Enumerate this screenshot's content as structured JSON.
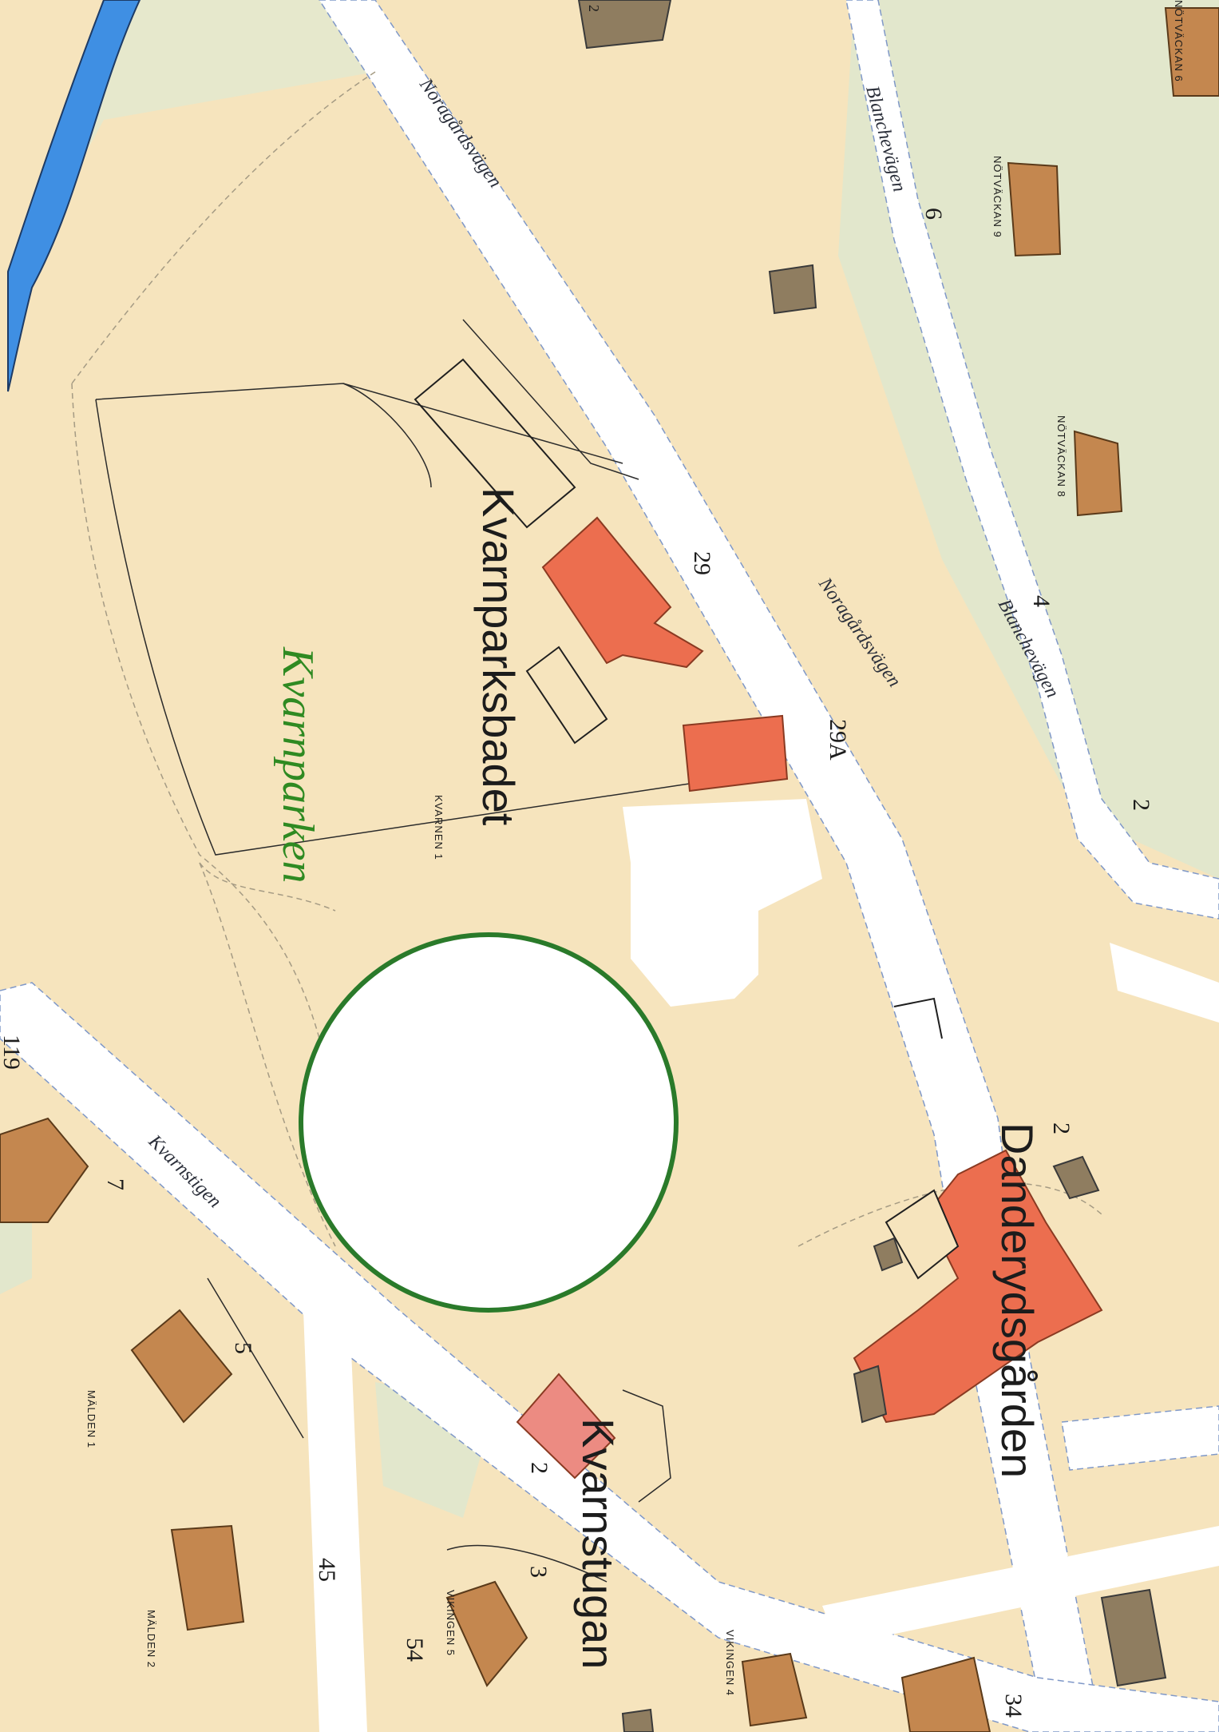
{
  "colors": {
    "land": "#f6e4bd",
    "land_alt": "#f3e6c8",
    "green": "#e2e7cc",
    "road": "#ffffff",
    "water": "#3f8fe3",
    "building": "#c4874f",
    "building_public": "#ec6e4f",
    "building_pink": "#ec8b82",
    "shed": "#8f7d60",
    "circle": "#2a7a2a"
  },
  "map": {
    "labels": {
      "kvarnparksbadet": "Kvarnparksbadet",
      "kvarnparken": "Kvarnparken",
      "kvarnen1": "KVARNEN 1",
      "danderydsgarden": "Danderydsgården",
      "kvarnstugan": "Kvarnstugan"
    },
    "roads": {
      "noragardsvagen_top": "Noragårdsvägen",
      "noragardsvagen_mid": "Noragårdsvägen",
      "blanchevagen_top": "Blanchevägen",
      "blanchevagen_mid": "Blanchevägen",
      "kvarnstigen": "Kvarnstigen"
    },
    "numbers": {
      "n29": "29",
      "n29a": "29A",
      "n6": "6",
      "n4": "4",
      "n2_right": "2",
      "n2_top": "2",
      "n2_kvarn": "2",
      "n2_dand": "2",
      "n119": "119",
      "n7": "7",
      "n5": "5",
      "n3": "3",
      "n45": "45",
      "n54": "54",
      "n34": "34"
    },
    "properties": {
      "notvackan_top": "NÖTVÄCKAN 6",
      "notvackan_mid": "NÖTVÄCKAN 9",
      "notvackan_8": "NÖTVÄCKAN 8",
      "malden1": "MÄLDEN 1",
      "malden2": "MÄLDEN 2",
      "vikingen": "VIKINGEN 5",
      "vikingen4": "VIKINGEN 4"
    }
  }
}
